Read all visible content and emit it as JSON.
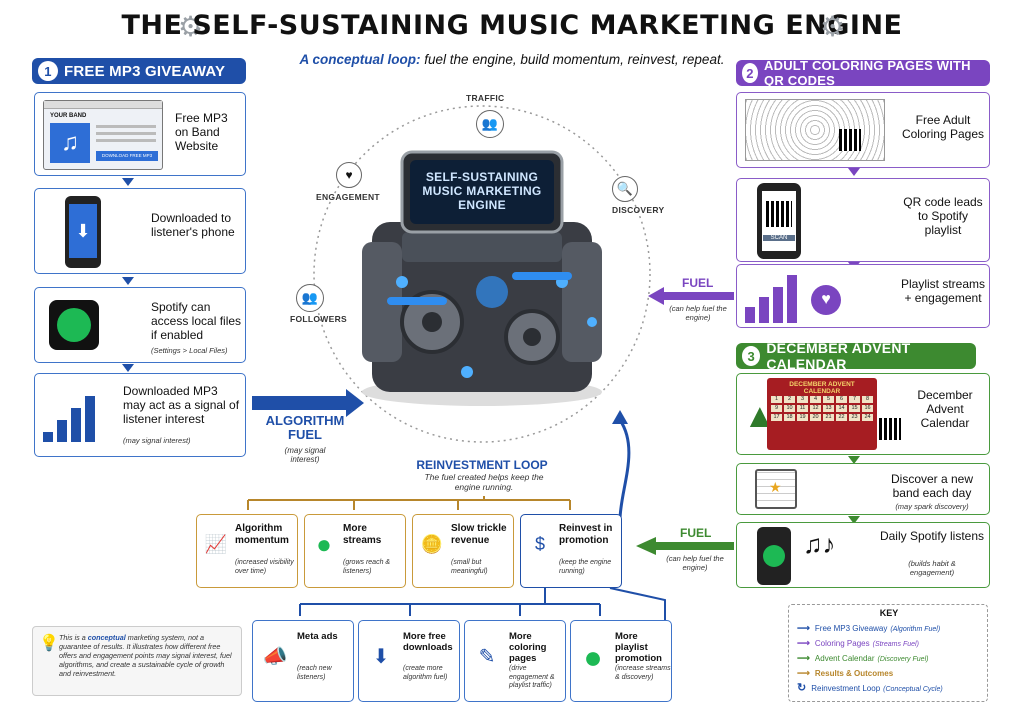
{
  "title": "THE SELF-SUSTAINING MUSIC MARKETING ENGINE",
  "subtitle_lead": "A conceptual loop:",
  "subtitle_rest": " fuel the engine, build momentum, reinvest, repeat.",
  "section1": {
    "num": "1",
    "title": "FREE MP3 GIVEAWAY",
    "cards": [
      {
        "text": "Free MP3 on Band Website",
        "mock_header": "YOUR BAND",
        "mock_button": "DOWNLOAD FREE MP3"
      },
      {
        "text": "Downloaded to listener's phone"
      },
      {
        "text": "Spotify can access local files if enabled",
        "note": "(Settings > Local Files)"
      },
      {
        "text": "Downloaded MP3 may act as a signal of listener interest",
        "note": "(may signal interest)"
      }
    ]
  },
  "algo_fuel": {
    "label": "ALGORITHM FUEL",
    "note": "(may signal interest)"
  },
  "engine": {
    "screen": "SELF-SUSTAINING MUSIC MARKETING ENGINE",
    "orbit": {
      "traffic": "TRAFFIC",
      "engagement": "ENGAGEMENT",
      "discovery": "DISCOVERY",
      "followers": "FOLLOWERS"
    }
  },
  "section2": {
    "num": "2",
    "title": "ADULT COLORING PAGES WITH QR CODES",
    "cards": [
      {
        "text": "Free Adult Coloring Pages"
      },
      {
        "text": "QR code leads to Spotify playlist",
        "scan": "SCAN"
      },
      {
        "text": "Playlist streams + engagement"
      }
    ]
  },
  "fuel_top": {
    "label": "FUEL",
    "note": "(can help fuel the engine)"
  },
  "section3": {
    "num": "3",
    "title": "DECEMBER ADVENT CALENDAR",
    "cards": [
      {
        "text": "December Advent Calendar",
        "calendar_title": "DECEMBER ADVENT CALENDAR",
        "days": [
          "1",
          "2",
          "3",
          "4",
          "5",
          "6",
          "7",
          "8",
          "9",
          "10",
          "11",
          "12",
          "13",
          "14",
          "15",
          "16",
          "17",
          "18",
          "19",
          "20",
          "21",
          "22",
          "23",
          "24"
        ]
      },
      {
        "text": "Discover a new band each day",
        "note": "(may spark discovery)"
      },
      {
        "text": "Daily Spotify listens",
        "note": "(builds habit & engagement)"
      }
    ]
  },
  "fuel_bottom": {
    "label": "FUEL",
    "note": "(can help fuel the engine)"
  },
  "reinvest": {
    "title": "REINVESTMENT LOOP",
    "desc": "The fuel created helps keep the engine running."
  },
  "outcomes": [
    {
      "title": "Algorithm momentum",
      "note": "(increased visibility over time)"
    },
    {
      "title": "More streams",
      "note": "(grows reach & listeners)"
    },
    {
      "title": "Slow trickle revenue",
      "note": "(small but meaningful)"
    },
    {
      "title": "Reinvest in promotion",
      "note": "(keep the engine running)"
    }
  ],
  "reinvestments": [
    {
      "title": "Meta ads",
      "note": "(reach new listeners)"
    },
    {
      "title": "More free downloads",
      "note": "(create more algorithm fuel)"
    },
    {
      "title": "More coloring pages",
      "note": "(drive engagement & playlist traffic)"
    },
    {
      "title": "More playlist promotion",
      "note": "(increase streams & discovery)"
    }
  ],
  "disclaimer": {
    "lead": "This is a ",
    "emph": "conceptual",
    "rest": " marketing system, not a guarantee of results. It illustrates how different free offers and engagement points may signal interest, fuel algorithms, and create a sustainable cycle of growth and reinvestment."
  },
  "key": {
    "title": "KEY",
    "items": [
      {
        "label": "Free MP3 Giveaway",
        "note": "(Algorithm Fuel)",
        "color": "#1f4fa8"
      },
      {
        "label": "Coloring Pages",
        "note": "(Streams Fuel)",
        "color": "#7a45c0"
      },
      {
        "label": "Advent Calendar",
        "note": "(Discovery Fuel)",
        "color": "#3d8a30"
      },
      {
        "label": "Results & Outcomes",
        "note": "",
        "color": "#b7862b"
      },
      {
        "label": "Reinvestment Loop",
        "note": "(Conceptual Cycle)",
        "color": "#1f4fa8"
      }
    ]
  },
  "colors": {
    "blue": "#1f4fa8",
    "purple": "#7a45c0",
    "green": "#3d8a30",
    "gold": "#b7862b"
  }
}
